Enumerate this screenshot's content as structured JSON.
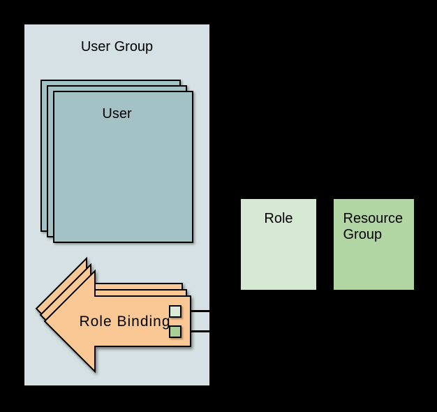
{
  "diagram": {
    "background": "#000000",
    "user_group": {
      "label": "User Group",
      "fill": "#d5e1e4"
    },
    "user_stack": {
      "label": "User",
      "fill": "#a3c2c6",
      "stack_count": 3
    },
    "role_binding": {
      "label": "Role Binding",
      "fill": "#f9c894",
      "stack_count": 3,
      "connectors": [
        {
          "name": "role-connector",
          "fill": "#dcead8"
        },
        {
          "name": "resource-group-connector",
          "fill": "#a9cf97"
        }
      ]
    },
    "role_box": {
      "label": "Role",
      "fill": "#d6e9d2"
    },
    "resource_group_box": {
      "label": "Resource Group",
      "fill": "#b2d5a4"
    },
    "line_color": "#000000",
    "border_color": "#000000"
  }
}
